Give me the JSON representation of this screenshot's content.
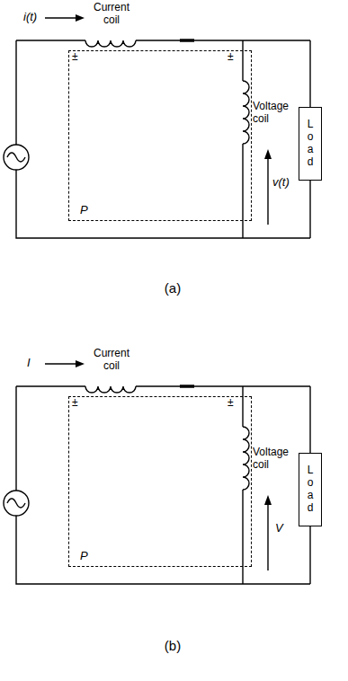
{
  "diagram": {
    "nodes": [
      {
        "text": [
          "P"
        ]
      },
      {
        "text": [
          "Load"
        ]
      },
      {
        "text": [
          "P"
        ]
      },
      {
        "text": [
          "Load"
        ]
      }
    ],
    "labels": [
      "i(t)",
      "Current coil",
      "±",
      "±",
      "Voltage coil",
      "v(t)",
      "(a)",
      "I",
      "Current coil",
      "±",
      "±",
      "Voltage coil",
      "V",
      "(b)"
    ]
  }
}
